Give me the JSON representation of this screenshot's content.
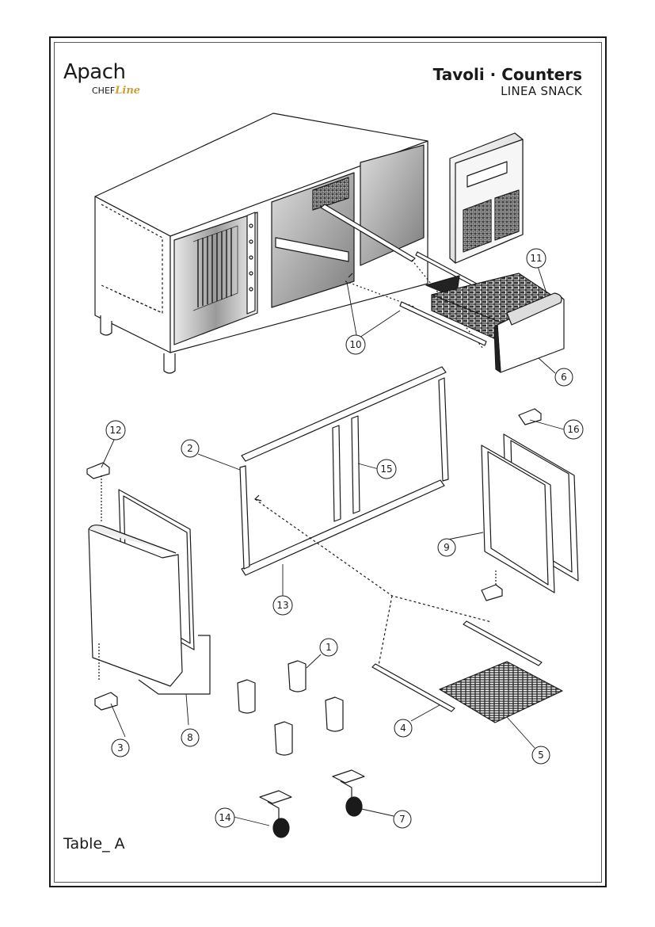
{
  "brand": {
    "name": "Apach",
    "sub_chef": "CHEF",
    "sub_line": "Line"
  },
  "header": {
    "title": "Tavoli · Counters",
    "subtitle": "LINEA SNACK"
  },
  "table_label": "Table_ A",
  "callouts": [
    "1",
    "2",
    "3",
    "4",
    "5",
    "6",
    "7",
    "8",
    "9",
    "10",
    "11",
    "12",
    "13",
    "14",
    "15",
    "16"
  ],
  "colors": {
    "line": "#1a1a1a",
    "accent": "#c8a13a"
  }
}
